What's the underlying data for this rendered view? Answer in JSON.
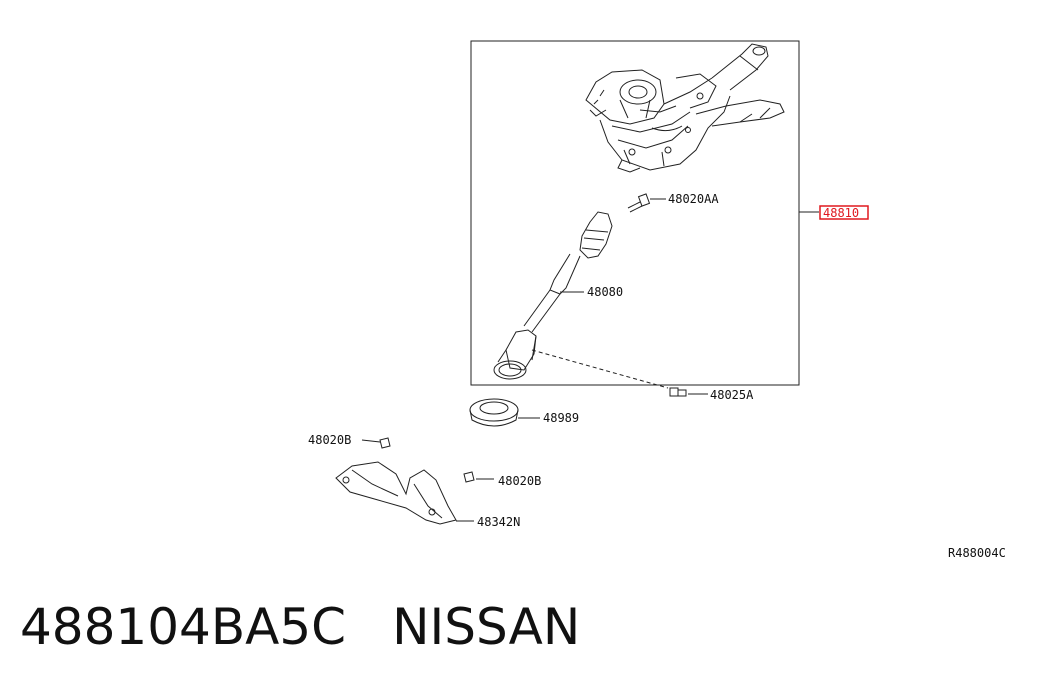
{
  "labels": {
    "p48020AA": "48020AA",
    "p48810": "48810",
    "p48080": "48080",
    "p48025A": "48025A",
    "p48989": "48989",
    "p48020B_left": "48020B",
    "p48020B_right": "48020B",
    "p48342N": "48342N"
  },
  "diagram_code": "R488004C",
  "caption": {
    "part_number": "488104BA5C",
    "brand": "NISSAN"
  },
  "colors": {
    "highlight": "#e0181f",
    "line": "#222222"
  }
}
